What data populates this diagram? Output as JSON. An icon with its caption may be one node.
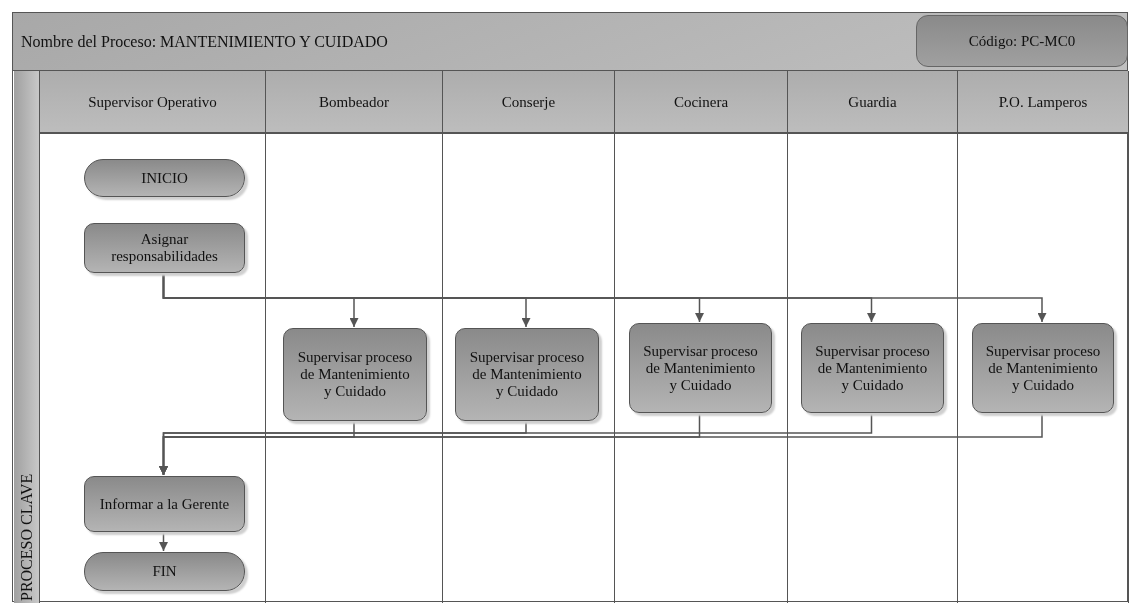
{
  "diagram": {
    "nodes": [
      {
        "text": [
          "Nombre del Proceso: MANTENIMIENTO Y CUIDADO"
        ]
      },
      {
        "text": [
          "Código: PC-MC0"
        ],
        "in": 0
      },
      {
        "text": [
          "PROCESO CLAVE"
        ],
        "in": 0
      },
      {
        "text": [
          "Supervisor Operativo"
        ],
        "in": 0
      },
      {
        "text": [
          "Bombeador"
        ],
        "in": 0
      },
      {
        "text": [
          "Conserje"
        ],
        "in": 0
      },
      {
        "text": [
          "Cocinera"
        ],
        "in": 0
      },
      {
        "text": [
          "Guardia"
        ],
        "in": 0
      },
      {
        "text": [
          "P.O. Lamperos"
        ],
        "in": 0
      },
      {
        "text": [
          "INICIO"
        ],
        "in": 3
      },
      {
        "text": [
          "Asignar responsabilidades"
        ],
        "in": 3
      },
      {
        "text": [
          "Supervisar proceso de Mantenimiento y Cuidado"
        ],
        "in": 4
      },
      {
        "text": [
          "Supervisar proceso de Mantenimiento y Cuidado"
        ],
        "in": 5
      },
      {
        "text": [
          "Supervisar proceso de Mantenimiento y Cuidado"
        ],
        "in": 6
      },
      {
        "text": [
          "Supervisar proceso de Mantenimiento y Cuidado"
        ],
        "in": 7
      },
      {
        "text": [
          "Supervisar proceso de Mantenimiento y Cuidado"
        ],
        "in": 8
      },
      {
        "text": [
          "Informar a la Gerente"
        ],
        "in": 3
      },
      {
        "text": [
          "FIN"
        ],
        "in": 3
      }
    ],
    "edges": [
      {
        "from": 10,
        "to": 11,
        "arrow": "to"
      },
      {
        "from": 10,
        "to": 12,
        "arrow": "to"
      },
      {
        "from": 10,
        "to": 13,
        "arrow": "to"
      },
      {
        "from": 10,
        "to": 14,
        "arrow": "to"
      },
      {
        "from": 10,
        "to": 15,
        "arrow": "to"
      },
      {
        "from": 11,
        "to": 16,
        "arrow": "to"
      },
      {
        "from": 12,
        "to": 16,
        "arrow": "to"
      },
      {
        "from": 13,
        "to": 16,
        "arrow": "to"
      },
      {
        "from": 14,
        "to": 16,
        "arrow": "to"
      },
      {
        "from": 15,
        "to": 16,
        "arrow": "to"
      },
      {
        "from": 16,
        "to": 17,
        "arrow": "to"
      }
    ]
  }
}
